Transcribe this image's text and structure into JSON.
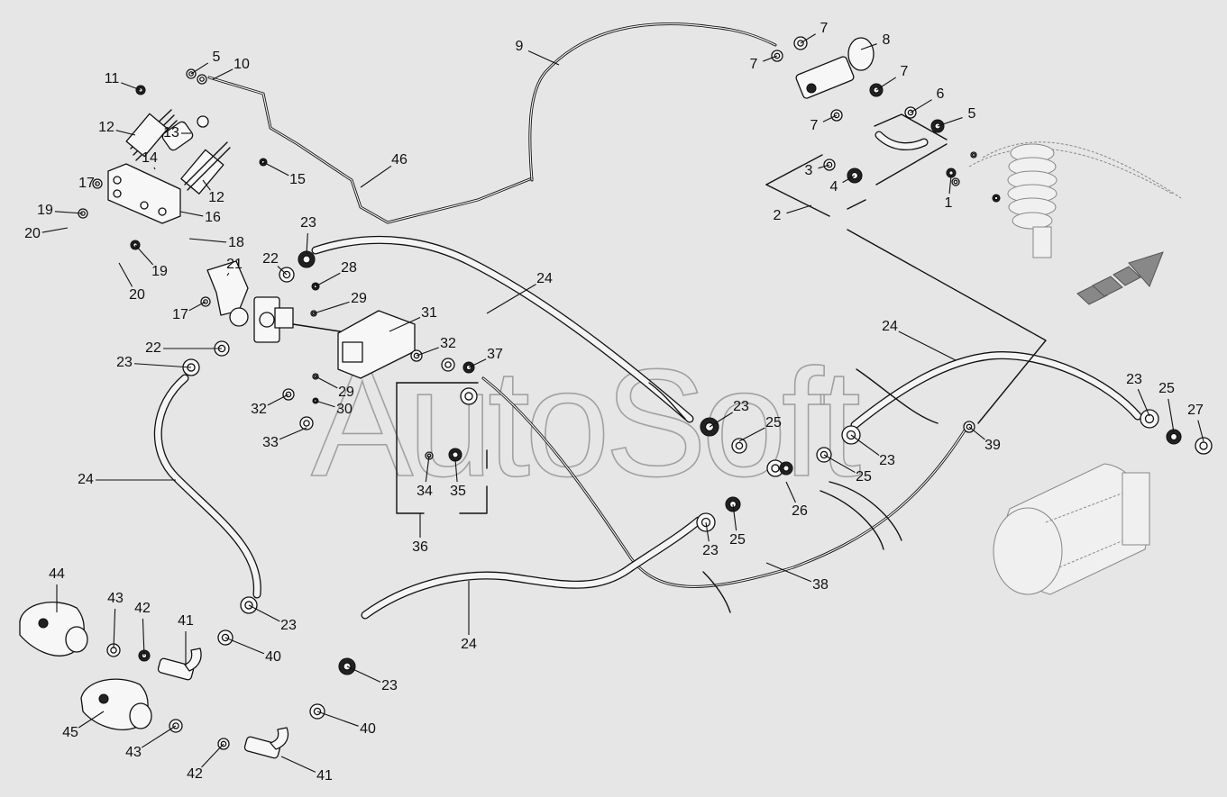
{
  "watermark": "AutoSoft",
  "callouts": [
    {
      "id": "c1",
      "text": "1"
    },
    {
      "id": "c2",
      "text": "2"
    },
    {
      "id": "c3",
      "text": "3"
    },
    {
      "id": "c4",
      "text": "4"
    },
    {
      "id": "c5a",
      "text": "5"
    },
    {
      "id": "c5b",
      "text": "5"
    },
    {
      "id": "c6",
      "text": "6"
    },
    {
      "id": "c7a",
      "text": "7"
    },
    {
      "id": "c7b",
      "text": "7"
    },
    {
      "id": "c7c",
      "text": "7"
    },
    {
      "id": "c7d",
      "text": "7"
    },
    {
      "id": "c8",
      "text": "8"
    },
    {
      "id": "c9",
      "text": "9"
    },
    {
      "id": "c10",
      "text": "10"
    },
    {
      "id": "c11",
      "text": "11"
    },
    {
      "id": "c12a",
      "text": "12"
    },
    {
      "id": "c12b",
      "text": "12"
    },
    {
      "id": "c13",
      "text": "13"
    },
    {
      "id": "c14",
      "text": "14"
    },
    {
      "id": "c15",
      "text": "15"
    },
    {
      "id": "c16",
      "text": "16"
    },
    {
      "id": "c17a",
      "text": "17"
    },
    {
      "id": "c17b",
      "text": "17"
    },
    {
      "id": "c18",
      "text": "18"
    },
    {
      "id": "c19a",
      "text": "19"
    },
    {
      "id": "c19b",
      "text": "19"
    },
    {
      "id": "c20a",
      "text": "20"
    },
    {
      "id": "c20b",
      "text": "20"
    },
    {
      "id": "c21",
      "text": "21"
    },
    {
      "id": "c22a",
      "text": "22"
    },
    {
      "id": "c22b",
      "text": "22"
    },
    {
      "id": "c23a",
      "text": "23"
    },
    {
      "id": "c23b",
      "text": "23"
    },
    {
      "id": "c23c",
      "text": "23"
    },
    {
      "id": "c23d",
      "text": "23"
    },
    {
      "id": "c23e",
      "text": "23"
    },
    {
      "id": "c23f",
      "text": "23"
    },
    {
      "id": "c23g",
      "text": "23"
    },
    {
      "id": "c23h",
      "text": "23"
    },
    {
      "id": "c24a",
      "text": "24"
    },
    {
      "id": "c24b",
      "text": "24"
    },
    {
      "id": "c24c",
      "text": "24"
    },
    {
      "id": "c24d",
      "text": "24"
    },
    {
      "id": "c25a",
      "text": "25"
    },
    {
      "id": "c25b",
      "text": "25"
    },
    {
      "id": "c25c",
      "text": "25"
    },
    {
      "id": "c25d",
      "text": "25"
    },
    {
      "id": "c26",
      "text": "26"
    },
    {
      "id": "c27",
      "text": "27"
    },
    {
      "id": "c28",
      "text": "28"
    },
    {
      "id": "c29a",
      "text": "29"
    },
    {
      "id": "c29b",
      "text": "29"
    },
    {
      "id": "c30",
      "text": "30"
    },
    {
      "id": "c31",
      "text": "31"
    },
    {
      "id": "c32a",
      "text": "32"
    },
    {
      "id": "c32b",
      "text": "32"
    },
    {
      "id": "c33",
      "text": "33"
    },
    {
      "id": "c34",
      "text": "34"
    },
    {
      "id": "c35",
      "text": "35"
    },
    {
      "id": "c36",
      "text": "36"
    },
    {
      "id": "c37",
      "text": "37"
    },
    {
      "id": "c38",
      "text": "38"
    },
    {
      "id": "c39",
      "text": "39"
    },
    {
      "id": "c40a",
      "text": "40"
    },
    {
      "id": "c40b",
      "text": "40"
    },
    {
      "id": "c41a",
      "text": "41"
    },
    {
      "id": "c41b",
      "text": "41"
    },
    {
      "id": "c42a",
      "text": "42"
    },
    {
      "id": "c42b",
      "text": "42"
    },
    {
      "id": "c43a",
      "text": "43"
    },
    {
      "id": "c43b",
      "text": "43"
    },
    {
      "id": "c44",
      "text": "44"
    },
    {
      "id": "c45",
      "text": "45"
    },
    {
      "id": "c46",
      "text": "46"
    }
  ]
}
